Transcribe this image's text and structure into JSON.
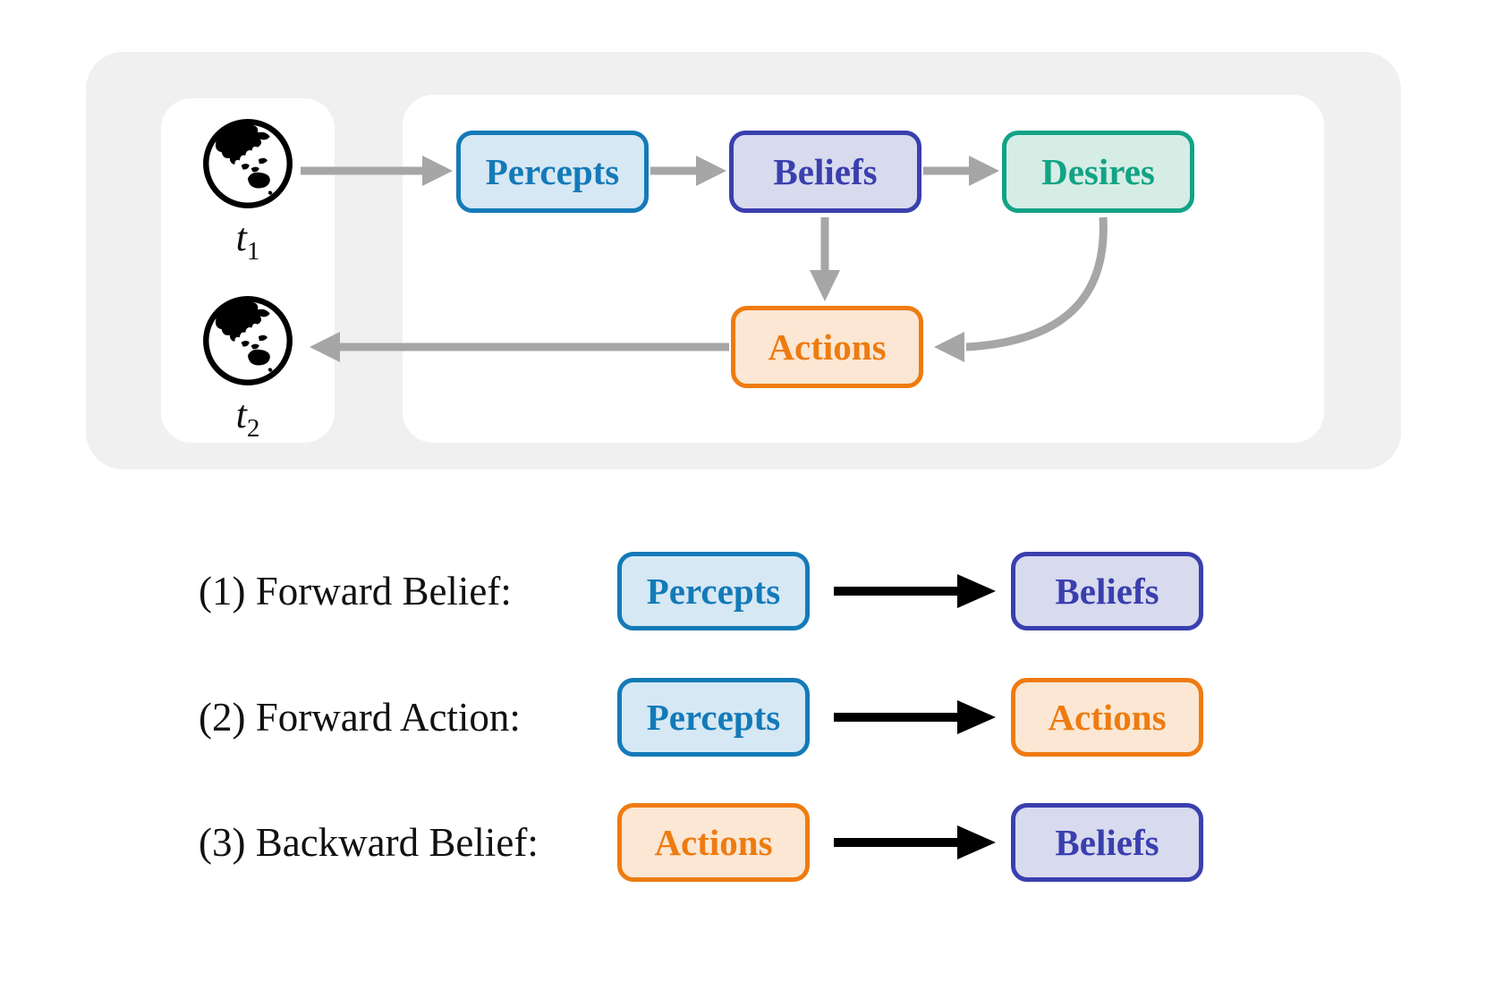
{
  "figure": {
    "environment": {
      "t1": {
        "base": "t",
        "sub": "1"
      },
      "t2": {
        "base": "t",
        "sub": "2"
      },
      "globe_icon": "globe-asia-australia"
    },
    "nodes": {
      "percepts": {
        "label": "Percepts",
        "border_color": "#147ab8",
        "fill_color": "#d6e8f4",
        "text_color": "#147ab8"
      },
      "beliefs": {
        "label": "Beliefs",
        "border_color": "#3a3fae",
        "fill_color": "#d8daee",
        "text_color": "#3a3fae"
      },
      "desires": {
        "label": "Desires",
        "border_color": "#12a385",
        "fill_color": "#d6ede6",
        "text_color": "#12a385"
      },
      "actions": {
        "label": "Actions",
        "border_color": "#ee7b10",
        "fill_color": "#fbe7d3",
        "text_color": "#ee7b10"
      }
    },
    "colors": {
      "canvas_bg": "#ffffff",
      "container_bg": "#f0f0f0",
      "panel_bg": "#ffffff",
      "flow_arrow_gray": "#a6a6a6",
      "legend_arrow_black": "#000000",
      "label_text": "#111111",
      "globe": "#000000"
    },
    "edges": [
      "world-t1 -> percepts",
      "percepts -> beliefs",
      "beliefs -> desires",
      "beliefs -> actions",
      "desires -> actions",
      "actions -> world-t2"
    ]
  },
  "legend": {
    "rows": [
      {
        "label": "(1) Forward Belief:",
        "from": "Percepts",
        "to": "Beliefs"
      },
      {
        "label": "(2) Forward Action:",
        "from": "Percepts",
        "to": "Actions"
      },
      {
        "label": "(3) Backward Belief:",
        "from": "Actions",
        "to": "Beliefs"
      }
    ]
  }
}
